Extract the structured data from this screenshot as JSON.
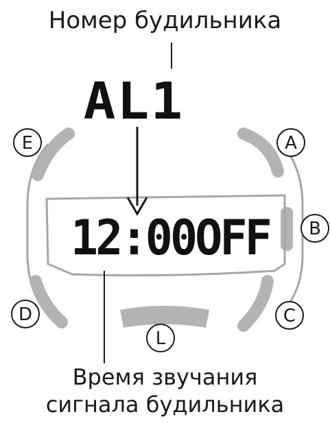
{
  "captions": {
    "top": "Номер будильника",
    "bottom_line1": "Время звучания",
    "bottom_line2": "сигнала будильника"
  },
  "display": {
    "alarm_number": "AL1",
    "time_and_state": "12:00OFF"
  },
  "buttons": {
    "a": "A",
    "b": "B",
    "c": "C",
    "d": "D",
    "e": "E",
    "l": "L"
  },
  "colors": {
    "bezel_gray": "#b3b3b3",
    "outline_gray": "#a6a6a6",
    "text": "#1a1a1a"
  }
}
